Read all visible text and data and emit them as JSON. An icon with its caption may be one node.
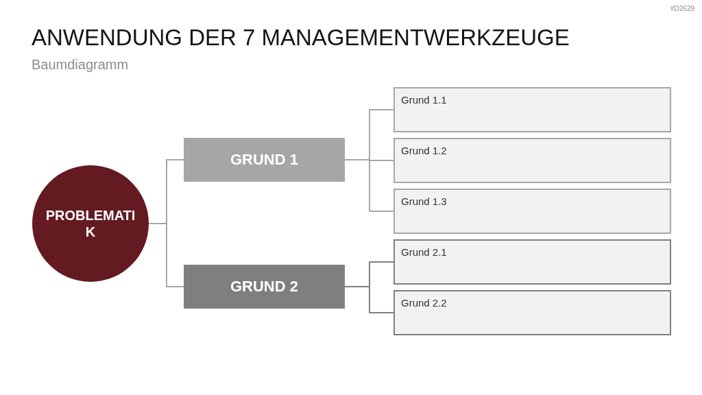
{
  "diagram": {
    "title": "ANWENDUNG DER 7 MANAGEMENTWERKZEUGE",
    "nodes": [
      {
        "text": [
          "PROBLEMATIK"
        ]
      },
      {
        "text": [
          "GRUND 1"
        ]
      },
      {
        "text": [
          "GRUND 2"
        ]
      },
      {
        "text": [
          "Grund 1.1"
        ]
      },
      {
        "text": [
          "Grund 1.2"
        ]
      },
      {
        "text": [
          "Grund 1.3"
        ]
      },
      {
        "text": [
          "Grund 2.1"
        ]
      },
      {
        "text": [
          "Grund 2.2"
        ]
      }
    ],
    "edges": [
      {
        "from": 0,
        "to": 1,
        "arrow": "none"
      },
      {
        "from": 0,
        "to": 2,
        "arrow": "none"
      },
      {
        "from": 1,
        "to": 3,
        "arrow": "none"
      },
      {
        "from": 1,
        "to": 4,
        "arrow": "none"
      },
      {
        "from": 1,
        "to": 5,
        "arrow": "none"
      },
      {
        "from": 2,
        "to": 6,
        "arrow": "none",
        "color": "#7f7f7f"
      },
      {
        "from": 2,
        "to": 7,
        "arrow": "none",
        "color": "#7f7f7f"
      }
    ],
    "labels": [
      "#D2629",
      "Baumdiagramm"
    ]
  }
}
